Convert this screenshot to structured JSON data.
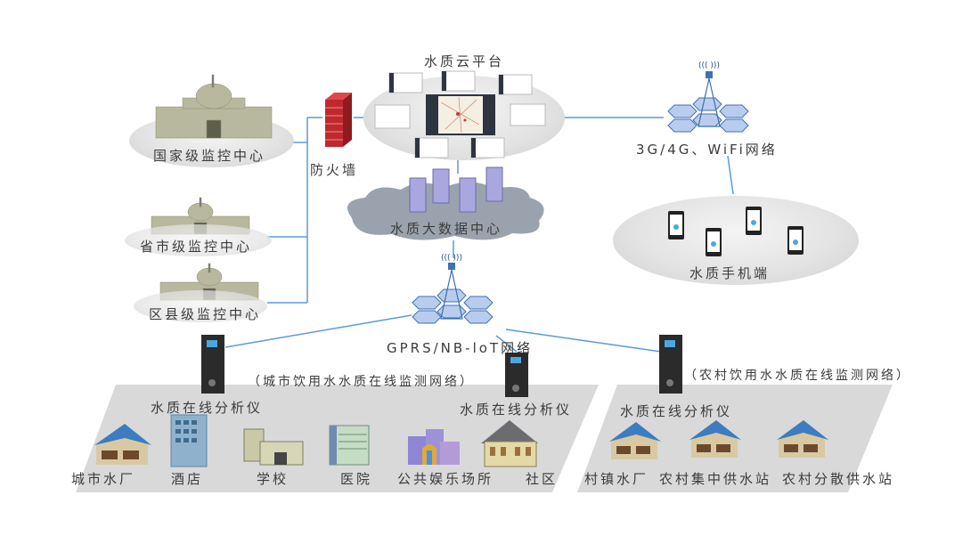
{
  "diagram": {
    "title_nodes": {
      "cloud_platform": "水质云平台",
      "big_data_center": "水质大数据中心",
      "firewall": "防火墙",
      "mobile_network": "3G/4G、WiFi网络",
      "mobile_terminal": "水质手机端",
      "iot_network": "GPRS/NB-loT网络"
    },
    "monitoring_centers": [
      {
        "label": "国家级监控中心"
      },
      {
        "label": "省市级监控中心"
      },
      {
        "label": "区县级监控中心"
      }
    ],
    "urban_network": {
      "title": "（城市饮用水水质在线监测网络）",
      "analyzer_labels": [
        "水质在线分析仪",
        "水质在线分析仪"
      ],
      "sites": [
        "城市水厂",
        "酒店",
        "学校",
        "医院",
        "公共娱乐场所",
        "社区"
      ]
    },
    "rural_network": {
      "title": "（农村饮用水水质在线监测网络）",
      "analyzer_label": "水质在线分析仪",
      "sites": [
        "村镇水厂",
        "农村集中供水站",
        "农村分散供水站"
      ]
    },
    "colors": {
      "connector": "#5b9bd5",
      "platform_gray": "#d9d9d9",
      "firewall_red": "#c0282d",
      "server_purple": "#a9a6e0",
      "cloud_gray": "#9aa3ad",
      "tower_blue": "#3f6fb5",
      "roof_blue": "#3d7cc0"
    }
  }
}
